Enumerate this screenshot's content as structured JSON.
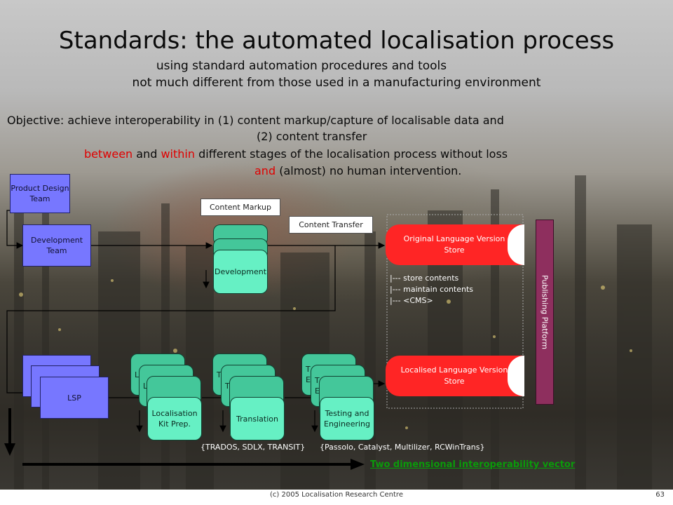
{
  "title": "Standards: the automated localisation process",
  "subtitle_line1": "using standard automation procedures and tools",
  "subtitle_line2": "not much different from those used in a manufacturing environment",
  "objective": {
    "line1": "Objective: achieve interoperability in (1) content markup/capture of localisable data and",
    "line2": "(2) content transfer",
    "line3_between": "between",
    "line3_and": " and ",
    "line3_within": "within",
    "line3_rest": " different stages of the localisation process without loss",
    "line4_and": "and",
    "line4_rest": " (almost) no human intervention."
  },
  "diagram": {
    "product_design_team": "Product Design Team",
    "development_team": "Development Team",
    "content_markup": "Content Markup",
    "content_transfer": "Content Transfer",
    "development": "Development",
    "original_store": "Original Language Version Store",
    "store_bullets": [
      "|--- store contents",
      "|--- maintain contents",
      "|--- <CMS>"
    ],
    "localised_store": "Localised Language Version Store",
    "publishing_platform": "Publishing Platform",
    "lsp": "LSP",
    "kit_prep": "Localisation Kit Prep.",
    "kit_prep_peek": "L",
    "translation": "Translation",
    "translation_peek": "T",
    "testing": "Testing and Engineering",
    "testing_peek_1": "T",
    "testing_peek_2": "E",
    "tools_translation": "{TRADOS, SDLX, TRANSIT}",
    "tools_testing": "{Passolo, Catalyst, Multilizer, RCWinTrans}",
    "vector_label": "Two dimensional interoperability vector"
  },
  "footer": "(c) 2005 Localisation Research Centre",
  "page_number": "63"
}
